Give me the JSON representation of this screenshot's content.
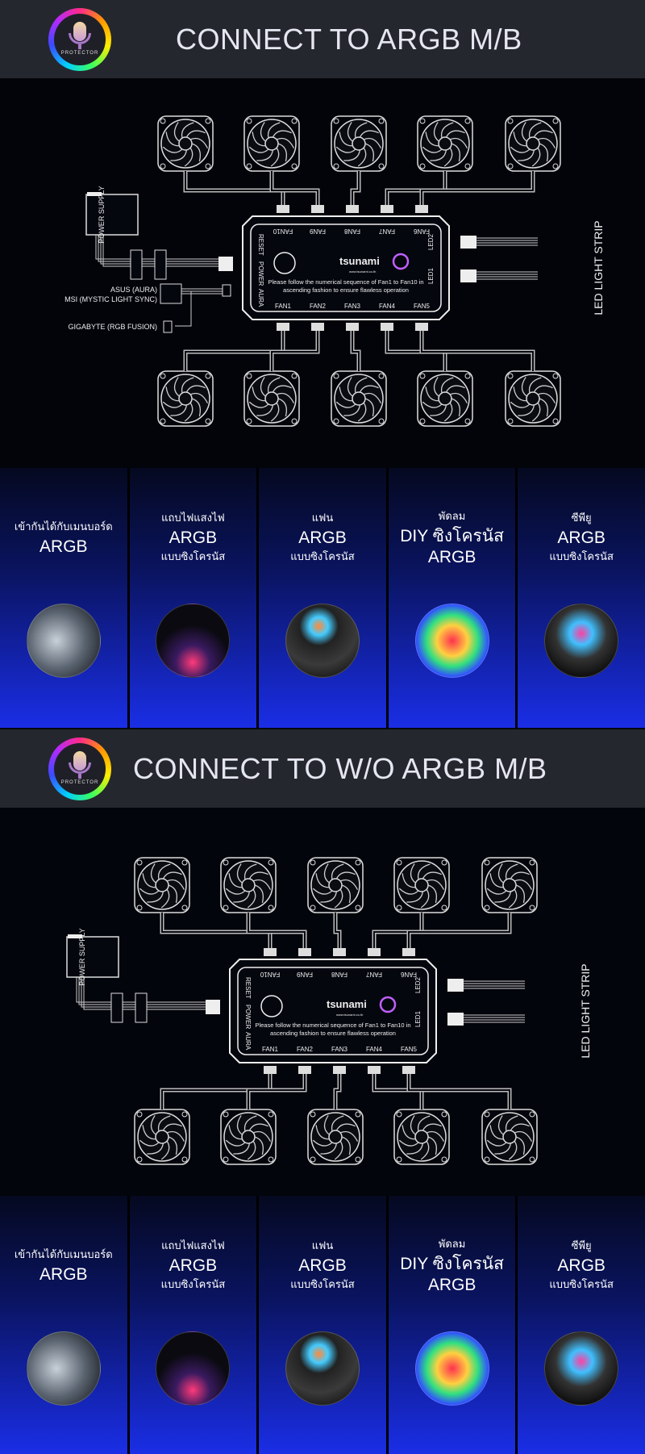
{
  "logo": {
    "text": "PROTECTOR"
  },
  "sections": [
    {
      "title": "CONNECT TO ARGB M/B",
      "has_mb": true
    },
    {
      "title": "CONNECT TO W/O ARGB M/B",
      "has_mb": false
    }
  ],
  "diagram": {
    "power_supply": "POWER SUPPLY",
    "asus": "ASUS (AURA)",
    "msi": "MSI (MYSTIC LIGHT SYNC)",
    "gigabyte": "GIGABYTE (RGB FUSION)",
    "led_strip": "LED LIGHT STRIP",
    "brand": "tsunami",
    "brand_url": "www.tsunami.co.th",
    "instruction_1": "Please follow the numerical sequence of Fan1 to Fan10 in",
    "instruction_2": "ascending fashion to ensure flawless operation",
    "side_labels": [
      "RESET",
      "POWER",
      "AURA"
    ],
    "top_ports": [
      "FAN10",
      "FAN9",
      "FAN8",
      "FAN7",
      "FAN6"
    ],
    "bottom_ports": [
      "FAN1",
      "FAN2",
      "FAN3",
      "FAN4",
      "FAN5"
    ],
    "led_ports": [
      "LED2",
      "LED1"
    ]
  },
  "cards": [
    {
      "lines": [
        {
          "t": "เข้ากันได้กับเมนบอร์ด",
          "c": "th"
        },
        {
          "t": "ARGB",
          "c": "en"
        }
      ],
      "image": "motherboard"
    },
    {
      "lines": [
        {
          "t": "แถบไฟแสงไฟ",
          "c": "th"
        },
        {
          "t": "ARGB",
          "c": "en"
        },
        {
          "t": "แบบซิงโครนัส",
          "c": "th"
        }
      ],
      "image": "led-strip-case"
    },
    {
      "lines": [
        {
          "t": "แฟน",
          "c": "th"
        },
        {
          "t": "ARGB",
          "c": "en"
        },
        {
          "t": "แบบซิงโครนัส",
          "c": "th"
        }
      ],
      "image": "argb-fans"
    },
    {
      "lines": [
        {
          "t": "พัดลม",
          "c": "th"
        },
        {
          "t": "DIY ซิงโครนัส",
          "c": "en"
        },
        {
          "t": "ARGB",
          "c": "en"
        }
      ],
      "image": "diy-led"
    },
    {
      "lines": [
        {
          "t": "ซีพียู",
          "c": "th"
        },
        {
          "t": "ARGB",
          "c": "en"
        },
        {
          "t": "แบบซิงโครนัส",
          "c": "th"
        }
      ],
      "image": "cpu-cooler"
    }
  ]
}
